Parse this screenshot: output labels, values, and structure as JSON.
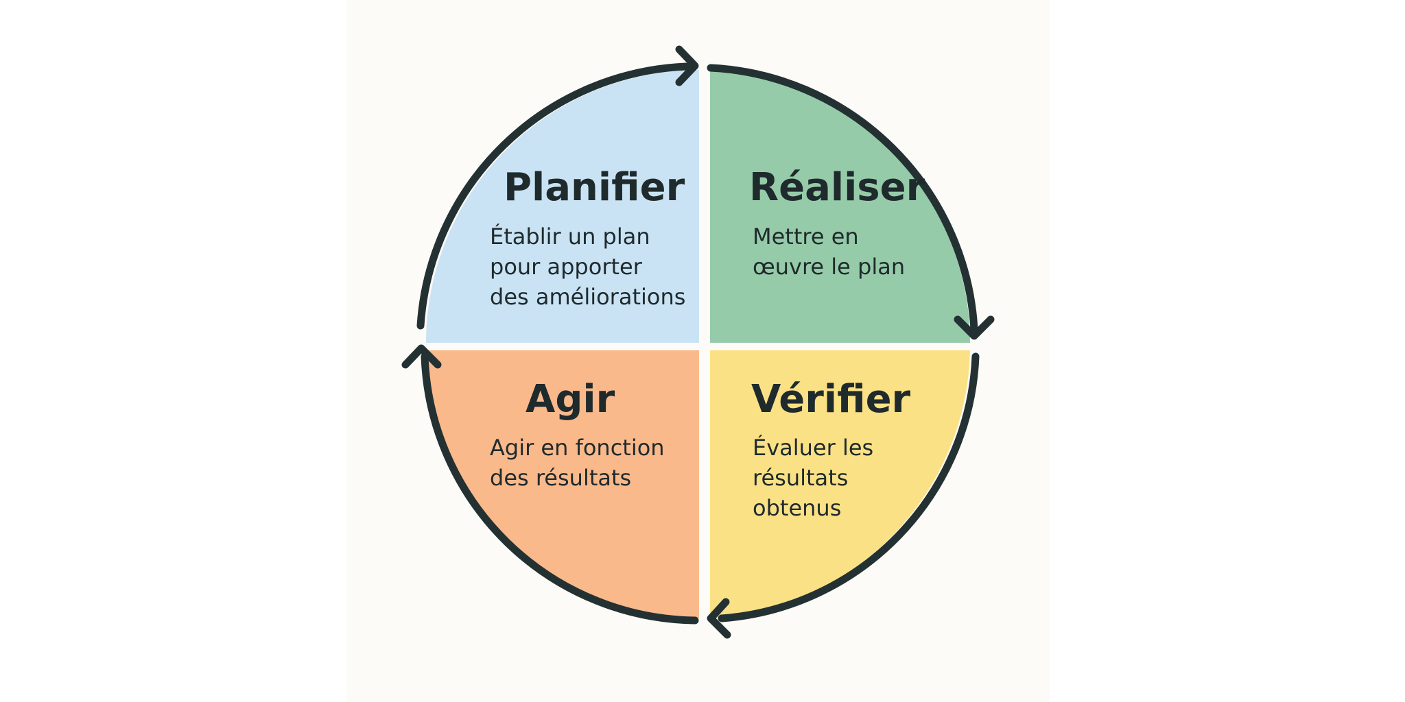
{
  "phases": [
    {
      "id": "plan",
      "title": "Planifier",
      "lines": [
        "Établir un plan",
        "pour apporter",
        "des améliorations"
      ],
      "color": "#c9e3f4"
    },
    {
      "id": "do",
      "title": "Réaliser",
      "lines": [
        "Mettre en",
        "œuvre le plan"
      ],
      "color": "#96cba9"
    },
    {
      "id": "check",
      "title": "Vérifier",
      "lines": [
        "Évaluer les",
        "résultats",
        "obtenus"
      ],
      "color": "#fbe185"
    },
    {
      "id": "act",
      "title": "Agir",
      "lines": [
        "Agir en fonction",
        "des résultats"
      ],
      "color": "#f9b98b"
    }
  ],
  "colors": {
    "ring": "#243133",
    "text": "#1f2a2c",
    "background": "#fcfbf8"
  },
  "icons": [
    "arrow-right-icon",
    "arrow-down-icon",
    "arrow-left-icon",
    "arrow-up-icon"
  ]
}
